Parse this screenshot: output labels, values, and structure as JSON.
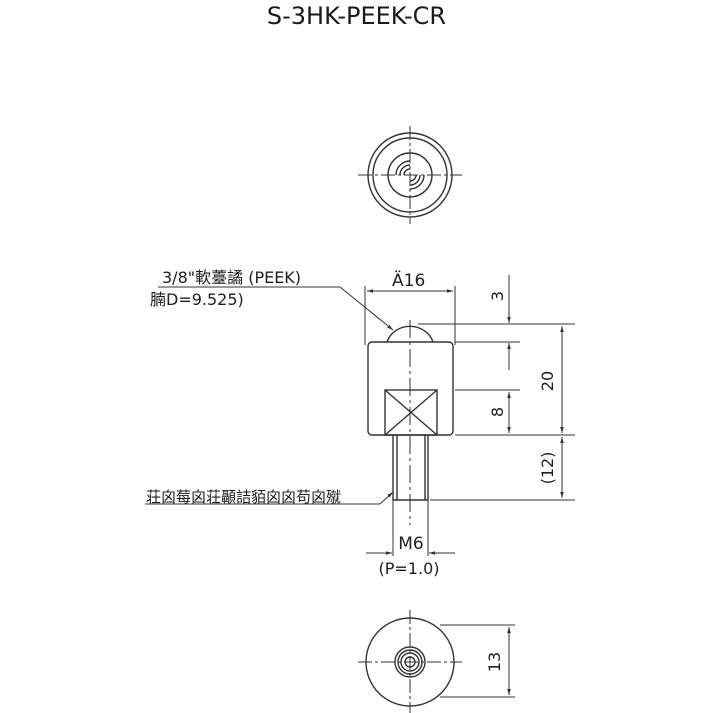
{
  "title": "S-3HK-PEEK-CR",
  "labels": {
    "ball_callout_line1": "3/8\"軟薹譎 (PEEK)",
    "ball_callout_line2": "腩D=9.525)",
    "thread_callout": "荘囟莓囟荘顳詰貊囟囟苟囟殧",
    "dia_16": "Ä16",
    "dim_3": "3",
    "dim_20": "20",
    "dim_8": "8",
    "dim_12": "(12)",
    "thread_size": "M6",
    "thread_pitch": "(P=1.0)",
    "dim_13": "13"
  },
  "colors": {
    "line": "#333333",
    "background": "#ffffff"
  }
}
